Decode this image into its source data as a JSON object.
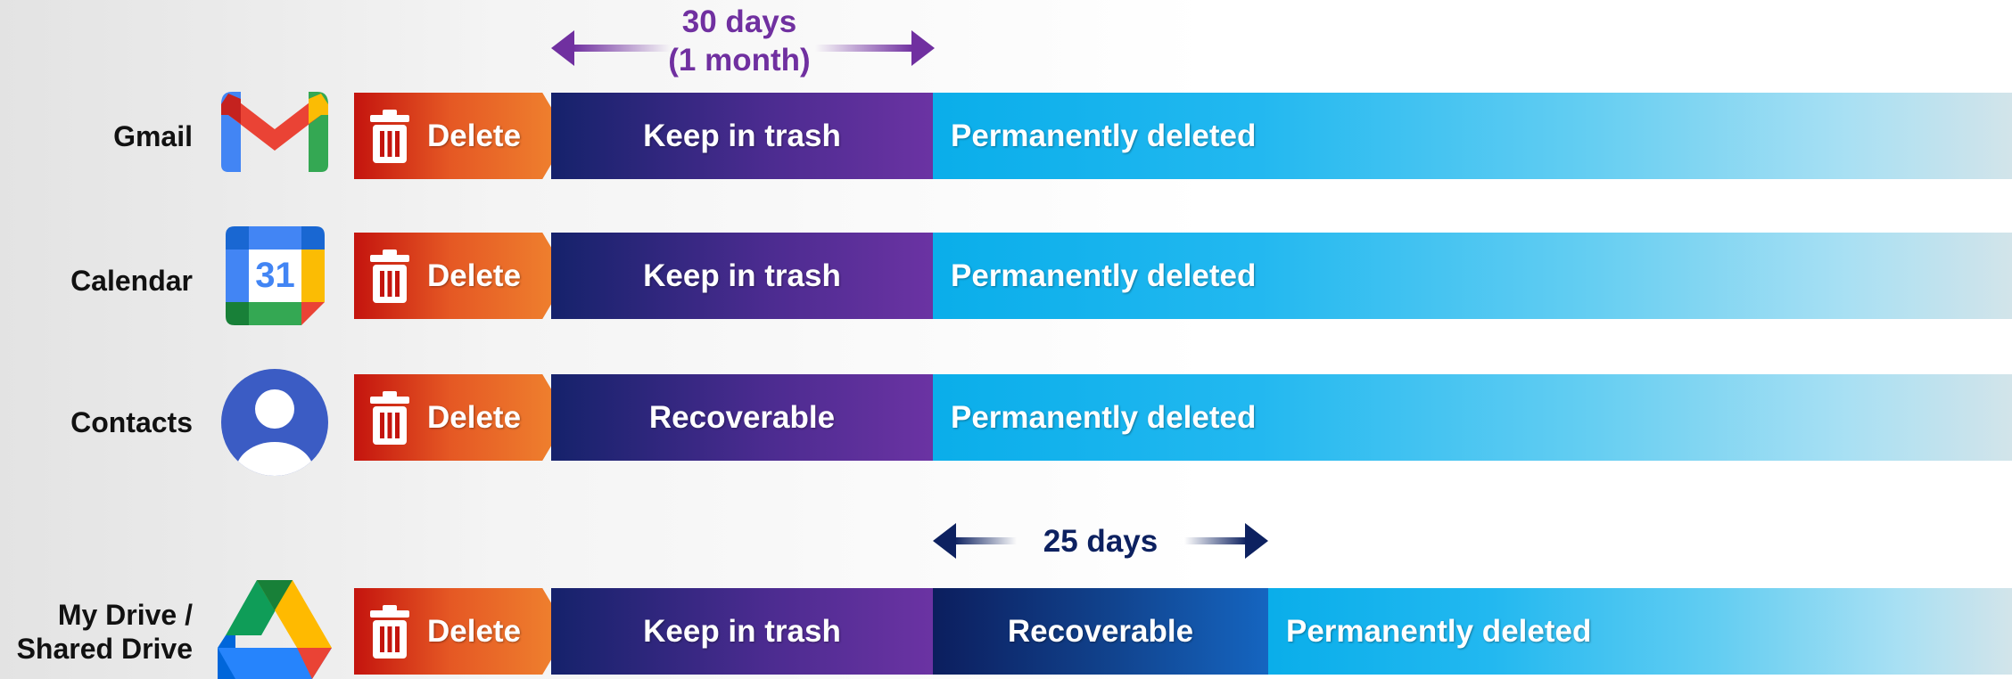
{
  "annotations": {
    "top_line1": "30 days",
    "top_line2": "(1 month)",
    "mid": "25 days"
  },
  "colors": {
    "purple_accent": "#7030a0",
    "navy_accent": "#0d2160",
    "delete_red": "#c4140e",
    "delete_orange": "#f0852f",
    "trash_navy": "#15226b",
    "trash_purple": "#6b33a3",
    "perm_blue": "#0aaeea"
  },
  "rows": [
    {
      "service": "Gmail",
      "icon": "gmail-icon",
      "delete": "Delete",
      "stage2": "Keep in trash",
      "stage3": "Permanently deleted"
    },
    {
      "service": "Calendar",
      "icon": "calendar-icon",
      "icon_text": "31",
      "delete": "Delete",
      "stage2": "Keep in trash",
      "stage3": "Permanently deleted"
    },
    {
      "service": "Contacts",
      "icon": "contacts-icon",
      "delete": "Delete",
      "stage2": "Recoverable",
      "stage3": "Permanently deleted"
    },
    {
      "service_line1": "My Drive /",
      "service_line2": "Shared Drive",
      "icon": "drive-icon",
      "delete": "Delete",
      "stage2": "Keep in trash",
      "stage3": "Recoverable",
      "stage4": "Permanently deleted"
    }
  ]
}
